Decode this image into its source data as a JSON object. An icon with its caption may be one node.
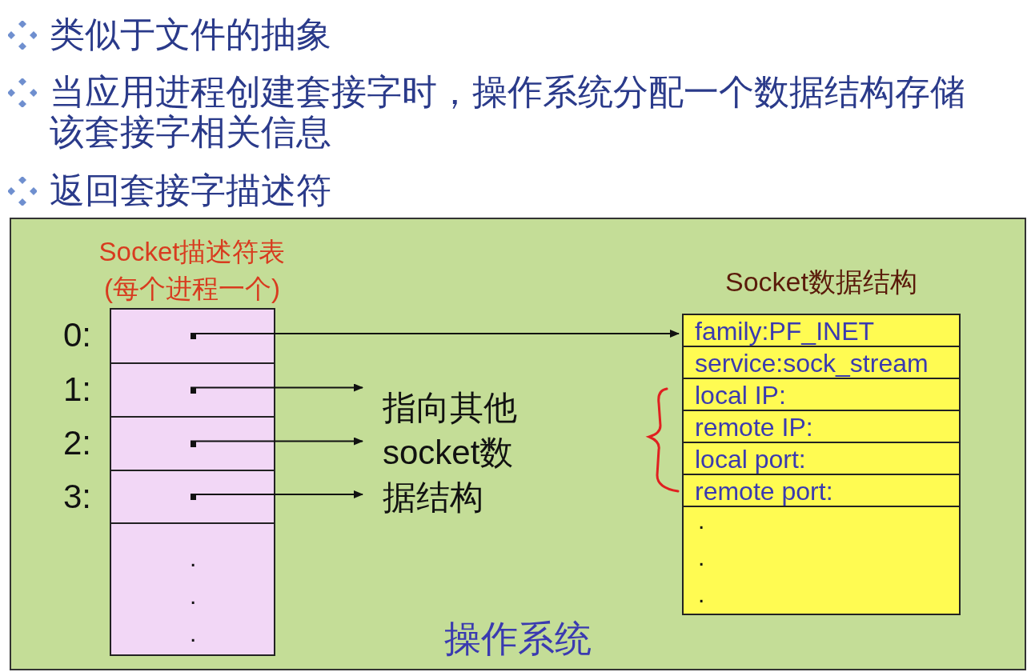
{
  "diagram": {
    "nodes": [
      {
        "text": [
          "操作系统"
        ]
      },
      {
        "text": [
          "Socket描述符表 (每个进程一个)"
        ],
        "in": 0
      },
      {
        "text": [],
        "shape": "box",
        "in": 1,
        "beside": [
          "0:"
        ]
      },
      {
        "text": [],
        "shape": "box",
        "in": 1,
        "beside": [
          "1:"
        ]
      },
      {
        "text": [],
        "shape": "box",
        "in": 1,
        "beside": [
          "2:"
        ]
      },
      {
        "text": [],
        "shape": "box",
        "in": 1,
        "beside": [
          "3:"
        ]
      },
      {
        "text": [
          ".",
          ".",
          "."
        ],
        "in": 1
      },
      {
        "text": [
          "指向其他socket数据结构"
        ],
        "in": 0
      },
      {
        "text": [
          "Socket数据结构"
        ],
        "in": 0
      },
      {
        "text": [
          "family:PF_INET"
        ],
        "in": 8
      },
      {
        "text": [
          "service:sock_stream"
        ],
        "in": 8
      },
      {
        "text": [
          "local IP:"
        ],
        "in": 8
      },
      {
        "text": [
          "remote IP:"
        ],
        "in": 8
      },
      {
        "text": [
          "local port:"
        ],
        "in": 8
      },
      {
        "text": [
          "remote port:"
        ],
        "in": 8
      },
      {
        "text": [
          ".",
          ".",
          "."
        ],
        "in": 8
      }
    ],
    "edges": [
      {
        "from": 2,
        "to": 9,
        "arrow": "to"
      },
      {
        "from": 3,
        "to": 7,
        "arrow": "to"
      },
      {
        "from": 4,
        "to": 7,
        "arrow": "to"
      },
      {
        "from": 5,
        "to": 7,
        "arrow": "to"
      }
    ],
    "labels": [
      "类似于文件的抽象",
      "当应用进程创建套接字时，操作系统分配一个数据结构存储该套接字相关信息",
      "返回套接字描述符"
    ]
  }
}
